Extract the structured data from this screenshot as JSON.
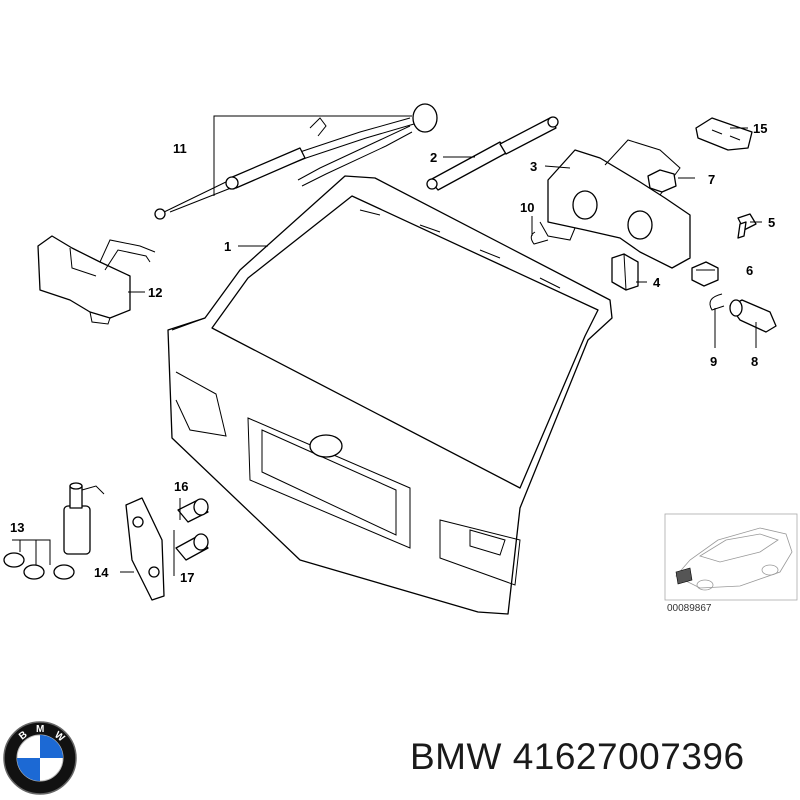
{
  "diagram": {
    "callouts": [
      {
        "id": "1",
        "label": "1"
      },
      {
        "id": "2",
        "label": "2"
      },
      {
        "id": "3",
        "label": "3"
      },
      {
        "id": "4",
        "label": "4"
      },
      {
        "id": "5",
        "label": "5"
      },
      {
        "id": "6",
        "label": "6"
      },
      {
        "id": "7",
        "label": "7"
      },
      {
        "id": "8",
        "label": "8"
      },
      {
        "id": "9",
        "label": "9"
      },
      {
        "id": "10",
        "label": "10"
      },
      {
        "id": "11",
        "label": "11"
      },
      {
        "id": "12",
        "label": "12"
      },
      {
        "id": "13",
        "label": "13"
      },
      {
        "id": "14",
        "label": "14"
      },
      {
        "id": "15",
        "label": "15"
      },
      {
        "id": "16",
        "label": "16"
      },
      {
        "id": "17",
        "label": "17"
      }
    ],
    "reference_number": "00089867"
  },
  "logo": {
    "brand_letters": "BMW",
    "colors": {
      "blue": "#1c69d4",
      "white": "#ffffff",
      "ring": "#111111"
    }
  },
  "caption": {
    "text": "BMW 41627007396"
  }
}
